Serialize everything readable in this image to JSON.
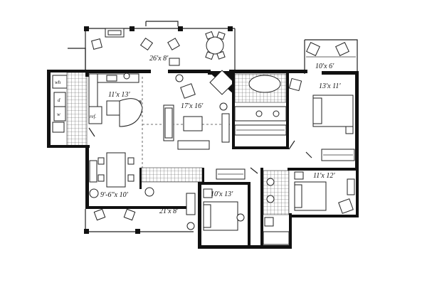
{
  "plan": {
    "rooms": {
      "rear_porch": "26'x 8'",
      "side_deck": "10'x 6'",
      "kitchen": "11'x 13'",
      "great_room": "17'x 16'",
      "master_bedroom": "13'x 11'",
      "dining": "9'-6\"x 10'",
      "front_porch": "21'x 8'",
      "bedroom_2": "10'x 13'",
      "bedroom_3": "11'x 12'"
    },
    "fixtures": {
      "water_heater": "wh",
      "dryer": "d",
      "washer": "w",
      "refrigerator": "ref."
    }
  }
}
